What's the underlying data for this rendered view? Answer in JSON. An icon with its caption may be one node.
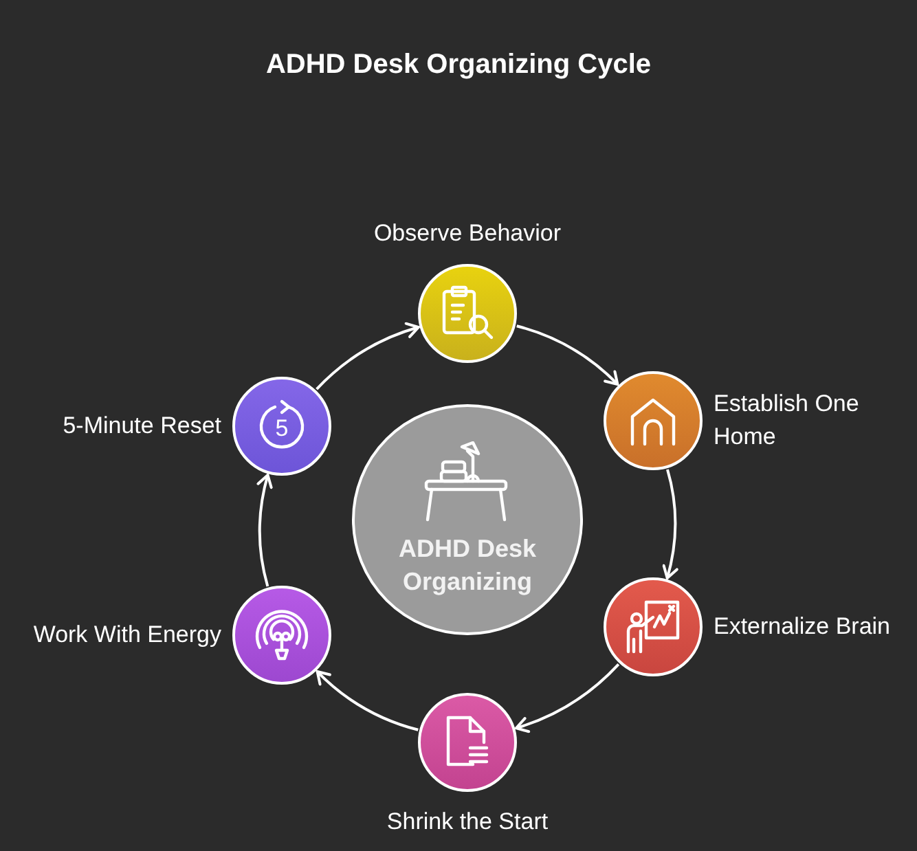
{
  "diagram": {
    "title": "ADHD Desk Organizing Cycle",
    "nodes": [
      {
        "text": [
          "ADHD Desk Organizing"
        ]
      },
      {
        "text": [
          "Observe Behavior"
        ]
      },
      {
        "text": [
          "Establish One Home"
        ]
      },
      {
        "text": [
          "Externalize Brain"
        ]
      },
      {
        "text": [
          "Shrink the Start"
        ]
      },
      {
        "text": [
          "Work With Energy"
        ]
      },
      {
        "text": [
          "5-Minute Reset"
        ]
      }
    ],
    "edges": [
      {
        "from": 1,
        "to": 2,
        "arrow": "to"
      },
      {
        "from": 2,
        "to": 3,
        "arrow": "to"
      },
      {
        "from": 3,
        "to": 4,
        "arrow": "to"
      },
      {
        "from": 4,
        "to": 5,
        "arrow": "to"
      },
      {
        "from": 5,
        "to": 6,
        "arrow": "to"
      },
      {
        "from": 6,
        "to": 1,
        "arrow": "to"
      }
    ],
    "labels": [
      "5"
    ]
  }
}
